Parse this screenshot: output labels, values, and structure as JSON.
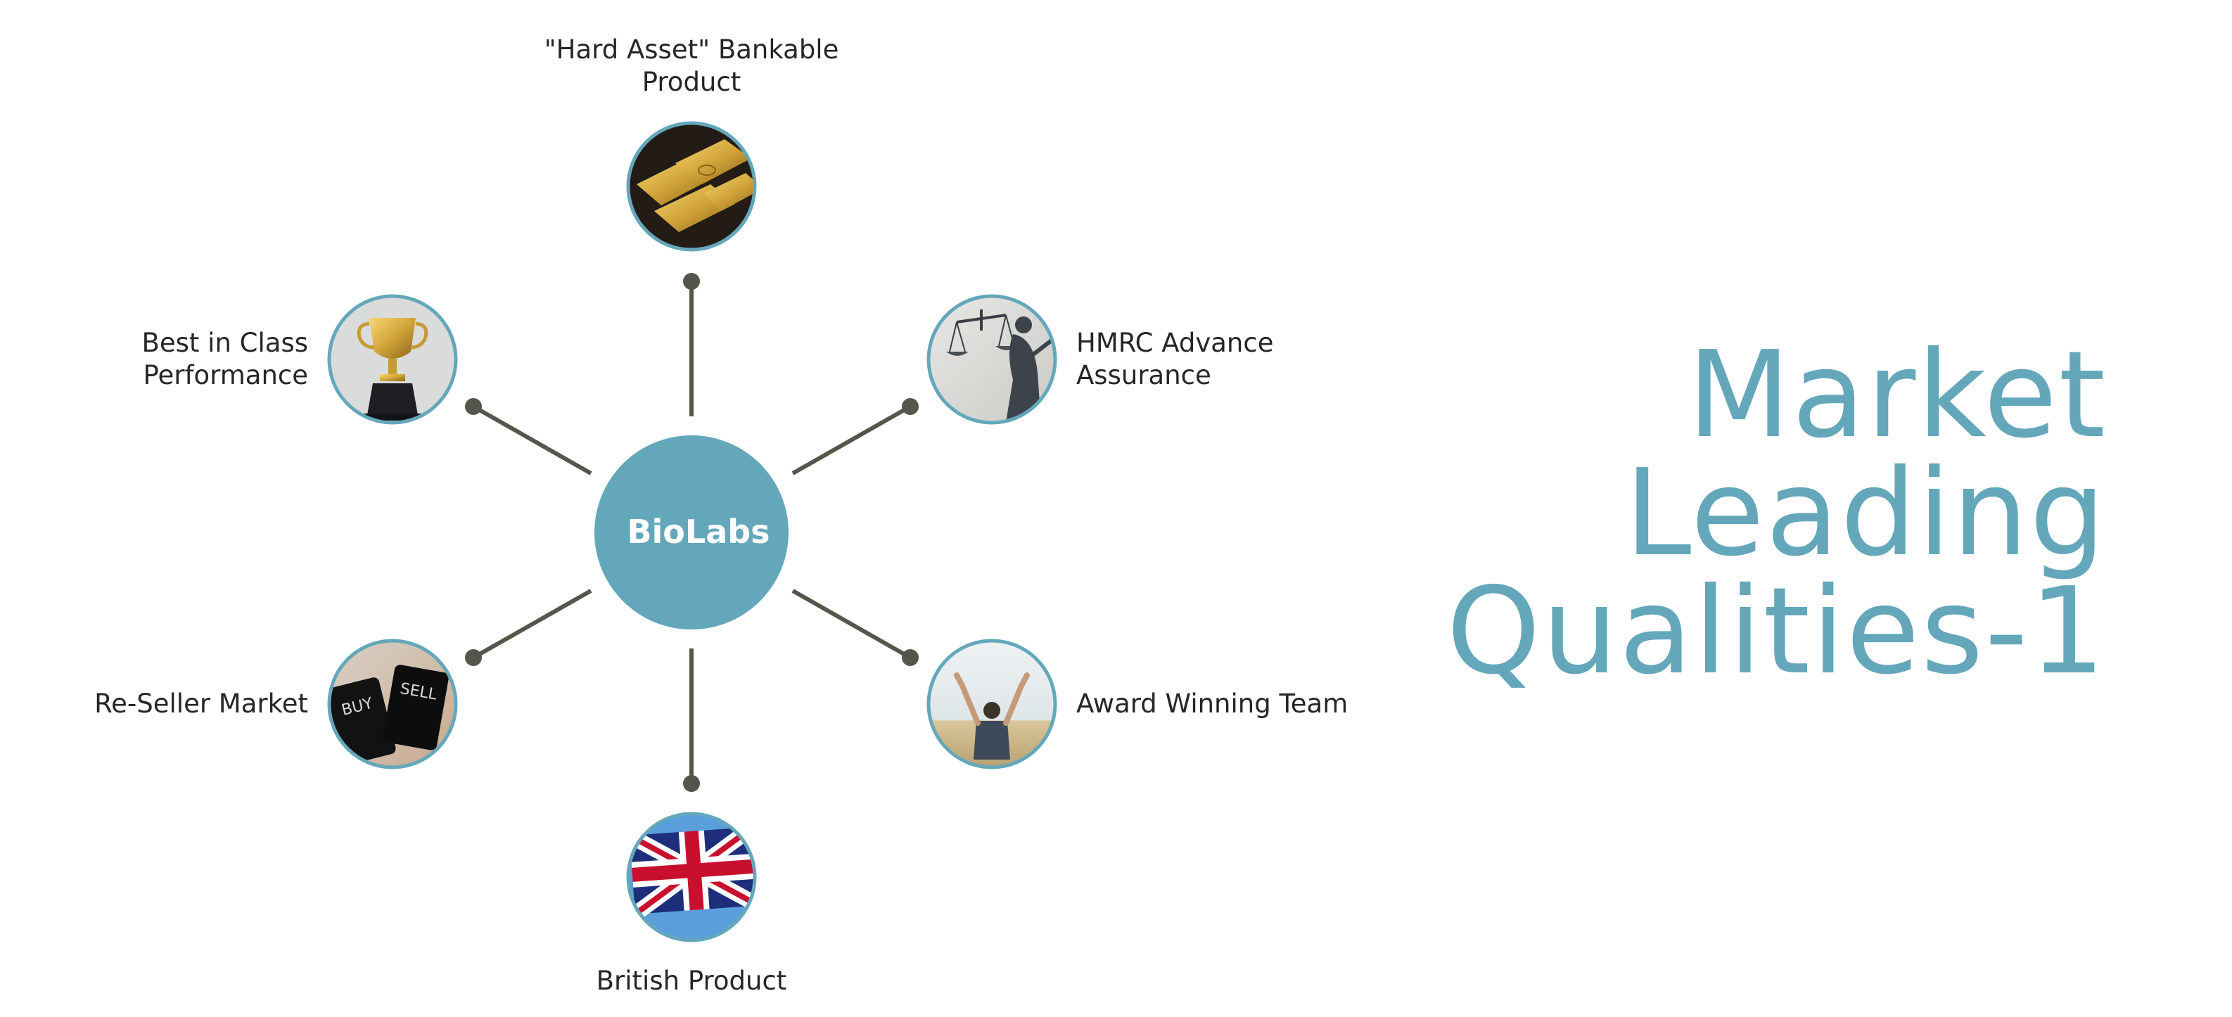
{
  "hub": {
    "label": "BioLabs"
  },
  "nodes": [
    {
      "id": "top",
      "lines": [
        "\"Hard Asset\" Bankable",
        "Product"
      ],
      "image": "gold-bars"
    },
    {
      "id": "upper-right",
      "lines": [
        "HMRC Advance",
        "Assurance"
      ],
      "image": "lady-justice-statue"
    },
    {
      "id": "lower-right",
      "lines": [
        "Award Winning Team"
      ],
      "image": "person-celebrating"
    },
    {
      "id": "bottom",
      "lines": [
        "British Product"
      ],
      "image": "union-jack-flag"
    },
    {
      "id": "lower-left",
      "lines": [
        "Re-Seller Market"
      ],
      "image": "buy-sell-cards",
      "card_texts": [
        "BUY",
        "SELL"
      ]
    },
    {
      "id": "upper-left",
      "lines": [
        "Best in Class",
        "Performance"
      ],
      "image": "gold-trophy"
    }
  ],
  "title": {
    "lines": [
      "Market",
      "Leading",
      "Qualities-1"
    ]
  },
  "colors": {
    "accent": "#64a7bb",
    "connector": "#55554b",
    "hub_text": "#ffffff",
    "label_text": "#262626"
  }
}
